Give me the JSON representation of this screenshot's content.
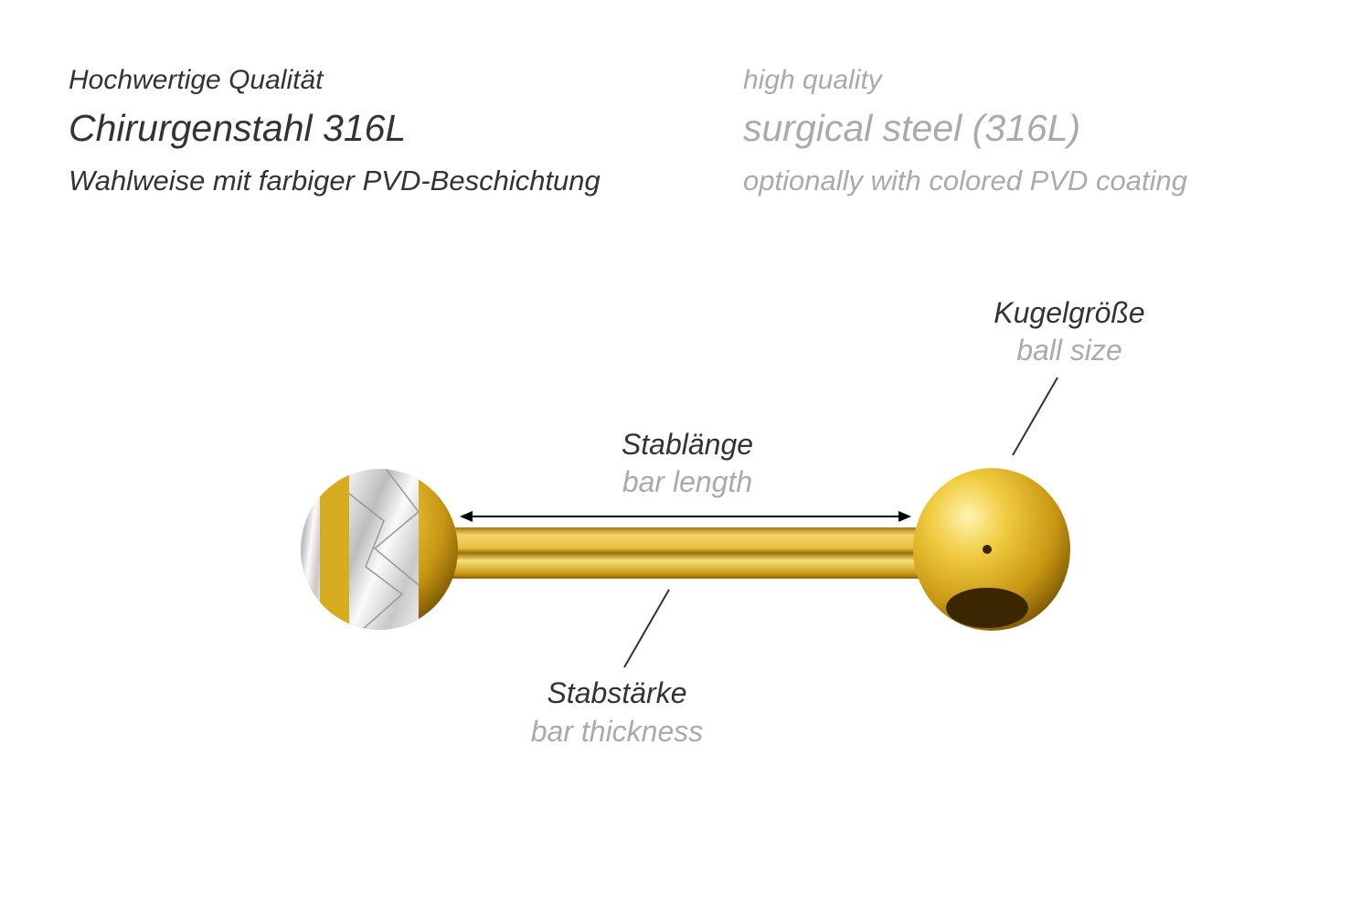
{
  "header": {
    "de": {
      "line1": "Hochwertige Qualität",
      "line2": "Chirurgenstahl 316L",
      "line3": "Wahlweise mit farbiger PVD-Beschichtung"
    },
    "en": {
      "line1": "high quality",
      "line2": "surgical steel (316L)",
      "line3": "optionally with colored PVD coating"
    }
  },
  "labels": {
    "ball_size": {
      "de": "Kugelgröße",
      "en": "ball size"
    },
    "bar_length": {
      "de": "Stablänge",
      "en": "bar length"
    },
    "bar_thickness": {
      "de": "Stabstärke",
      "en": "bar thickness"
    }
  },
  "colors": {
    "gold": "#d4a514",
    "dark_text": "#333333",
    "light_text": "#aaaaaa"
  }
}
